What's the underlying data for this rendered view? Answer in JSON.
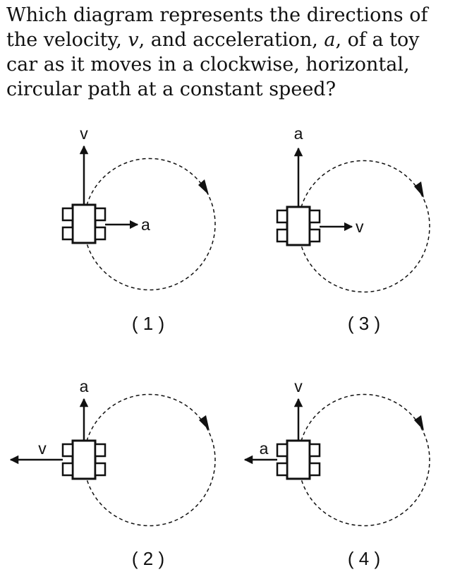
{
  "question": {
    "part1": "Which diagram represents the directions of the velocity, ",
    "v_symbol": "v",
    "part2": ", and acceleration, ",
    "a_symbol": "a",
    "part3": ", of a toy car as it moves in a clockwise, horizontal, circular path at a constant speed?"
  },
  "options": [
    {
      "number": "( 1 )",
      "up_label": "v",
      "side_label": "a"
    },
    {
      "number": "( 2 )",
      "up_label": "a",
      "side_label": "v"
    },
    {
      "number": "( 3 )",
      "up_label": "a",
      "side_label": "v"
    },
    {
      "number": "( 4 )",
      "up_label": "v",
      "side_label": "a"
    }
  ]
}
